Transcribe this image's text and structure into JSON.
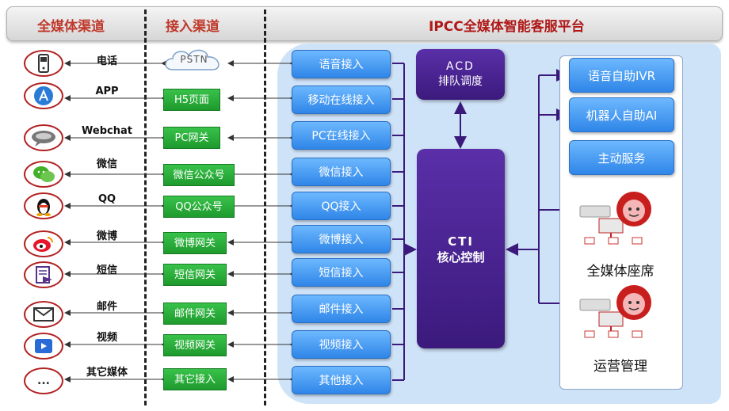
{
  "header": {
    "col1": "全媒体渠道",
    "col2": "接入渠道",
    "col3": "IPCC全媒体智能客服平台"
  },
  "channels": [
    {
      "label": "电话",
      "icon": "mobile-phone-icon"
    },
    {
      "label": "APP",
      "icon": "app-store-icon"
    },
    {
      "label": "Webchat",
      "icon": "chat-bubble-icon"
    },
    {
      "label": "微信",
      "icon": "wechat-icon"
    },
    {
      "label": "QQ",
      "icon": "qq-penguin-icon"
    },
    {
      "label": "微博",
      "icon": "weibo-icon"
    },
    {
      "label": "短信",
      "icon": "sms-icon"
    },
    {
      "label": "邮件",
      "icon": "envelope-icon"
    },
    {
      "label": "视频",
      "icon": "video-camera-icon"
    },
    {
      "label": "其它媒体",
      "icon": "ellipsis-icon",
      "symbol": "..."
    }
  ],
  "access": [
    "PSTN",
    "H5页面",
    "PC网关",
    "微信公众号",
    "QQ公众号",
    "微博网关",
    "短信网关",
    "邮件网关",
    "视频网关",
    "其它接入"
  ],
  "platform_access": [
    "语音接入",
    "移动在线接入",
    "PC在线接入",
    "微信接入",
    "QQ接入",
    "微博接入",
    "短信接入",
    "邮件接入",
    "视频接入",
    "其他接入"
  ],
  "acd": {
    "line1": "ACD",
    "line2": "排队调度"
  },
  "cti": {
    "line1": "CTI",
    "line2": "核心控制"
  },
  "services": [
    "语音自助IVR",
    "机器人自助AI",
    "主动服务"
  ],
  "agents": {
    "seat": "全媒体座席",
    "ops": "运营管理"
  }
}
